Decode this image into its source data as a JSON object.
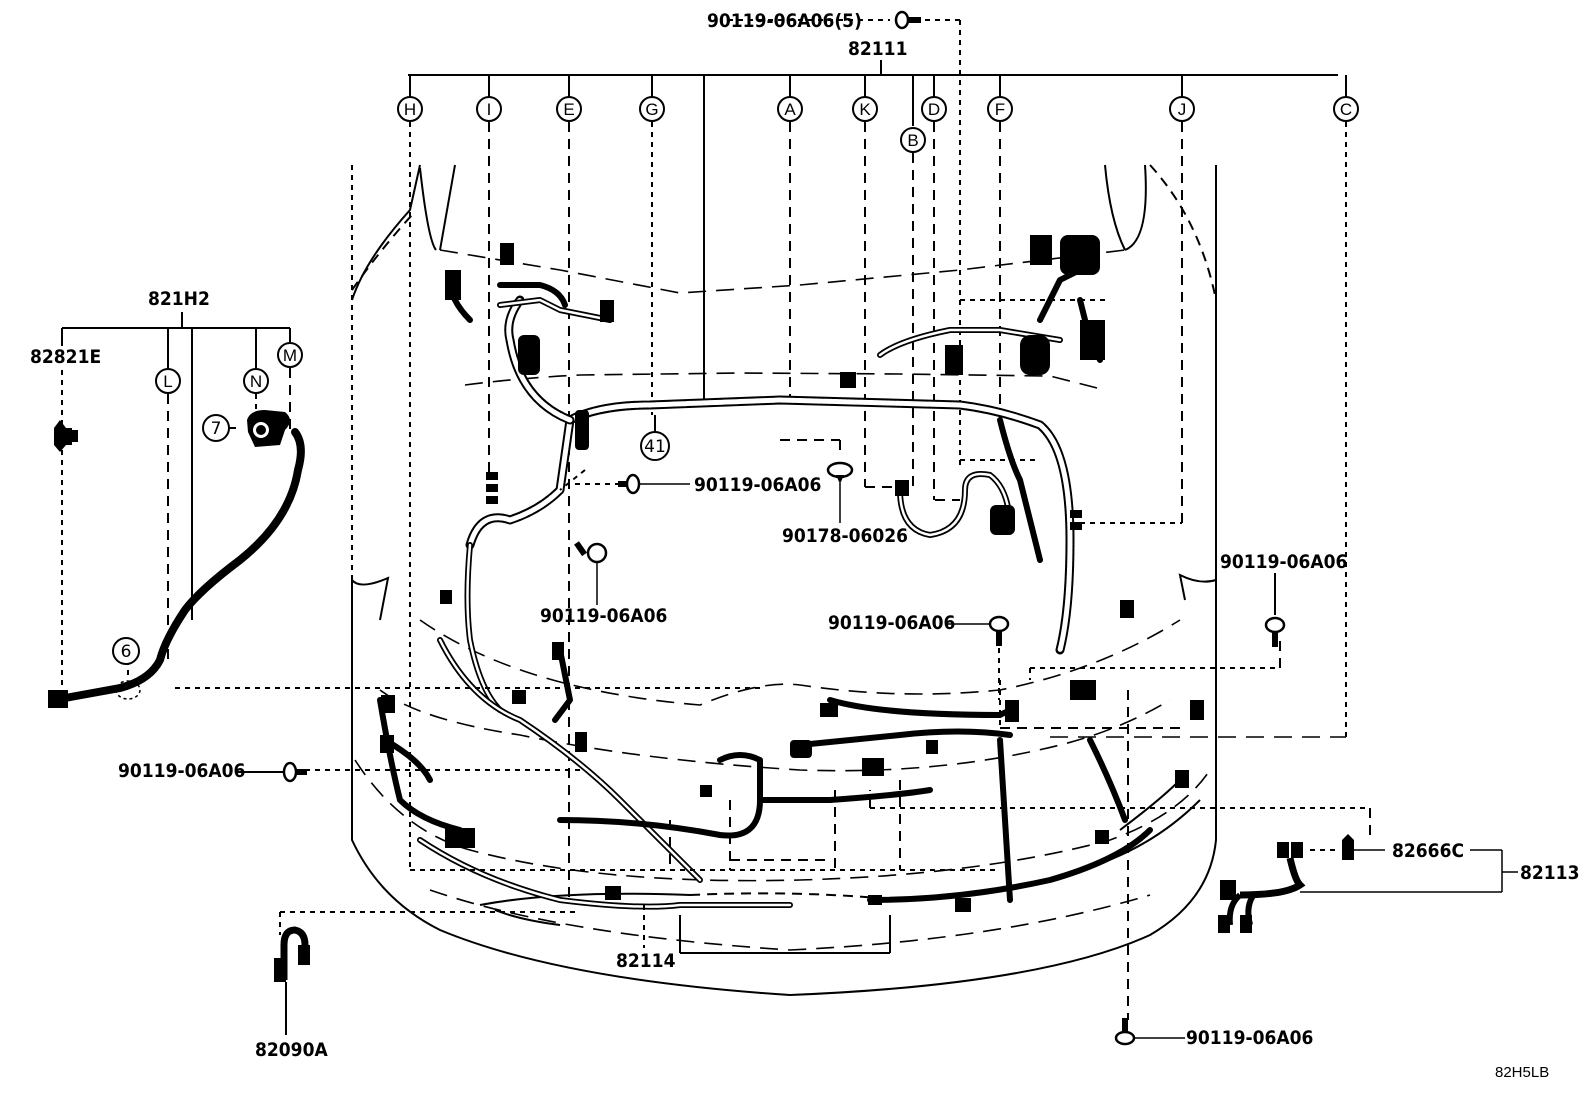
{
  "diagram": {
    "type": "exploded parts diagram",
    "subject": "engine room wire harness",
    "drawing_code": "82H5LB"
  },
  "parts": {
    "main_harness": "82111",
    "main_harness_bolt": "90119-06A06(5)",
    "sub_harness_left": "821H2",
    "sub_harness_left_part": "82821E",
    "bolt_center_left": "90119-06A06",
    "bolt_center_lower": "90119-06A06",
    "clip_center": "90178-06026",
    "bolt_center_right": "90119-06A06",
    "bolt_right": "90119-06A06",
    "bolt_left_lower": "90119-06A06",
    "bolt_bottom_right": "90119-06A06",
    "clamp_right": "82666C",
    "sub_harness_right": "82113",
    "front_harness": "82114",
    "connector_lower_left": "82090A"
  },
  "connection_points": {
    "main": [
      "H",
      "I",
      "E",
      "G",
      "A",
      "K",
      "B",
      "D",
      "F",
      "J",
      "C"
    ],
    "sub_left": [
      "L",
      "N",
      "M"
    ]
  },
  "ref_numbers": {
    "n41": "41",
    "n7": "7",
    "n6": "6"
  }
}
